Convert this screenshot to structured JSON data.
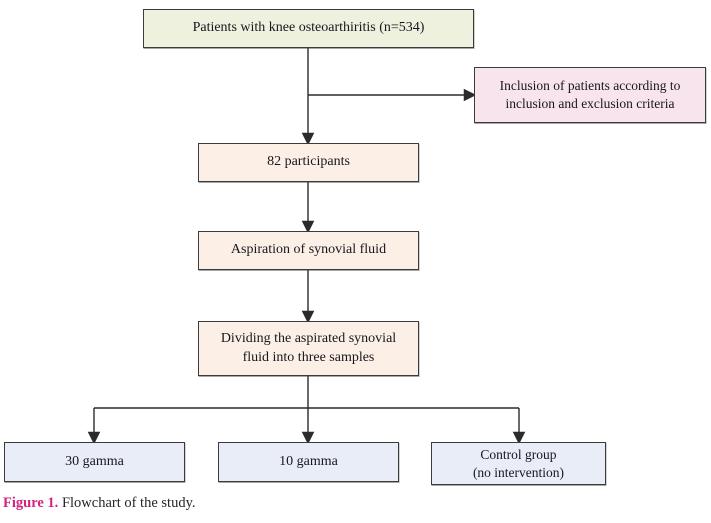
{
  "figure": {
    "caption": {
      "label": "Figure 1.",
      "text": "Flowchart of the study."
    }
  },
  "flowchart": {
    "nodes": {
      "start": {
        "label": "Patients with knee osteoarthiritis (n=534)",
        "fill": "#edf1de"
      },
      "inclusion": {
        "label": "Inclusion of patients according to\ninclusion and exclusion criteria",
        "fill": "#f8e4ed"
      },
      "participants": {
        "label": "82 participants",
        "fill": "#fcefe5"
      },
      "aspiration": {
        "label": "Aspiration of synovial fluid",
        "fill": "#fcefe5"
      },
      "dividing": {
        "label": "Dividing the aspirated synovial\nfluid into three samples",
        "fill": "#fcefe5"
      },
      "gamma30": {
        "label": "30 gamma",
        "fill": "#e9edf7"
      },
      "gamma10": {
        "label": "10 gamma",
        "fill": "#e9edf7"
      },
      "control": {
        "label": "Control group\n(no intervention)",
        "fill": "#e9edf7"
      }
    },
    "colors": {
      "box_border": "#3b3b3b",
      "arrow": "#2b2b2b",
      "text": "#17171f",
      "caption_accent": "#d6217f"
    }
  }
}
